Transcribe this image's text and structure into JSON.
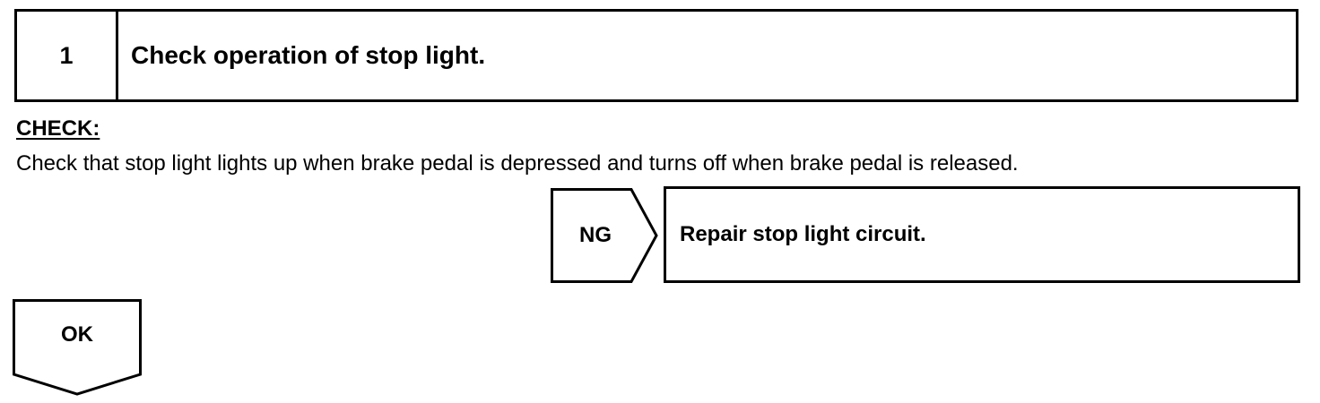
{
  "step": {
    "number": "1",
    "title": "Check operation of stop light."
  },
  "check": {
    "heading": "CHECK:",
    "text": "Check that stop light lights up when brake pedal is depressed and turns off when brake pedal is released."
  },
  "ng": {
    "label": "NG",
    "result": "Repair stop light circuit."
  },
  "ok": {
    "label": "OK"
  }
}
